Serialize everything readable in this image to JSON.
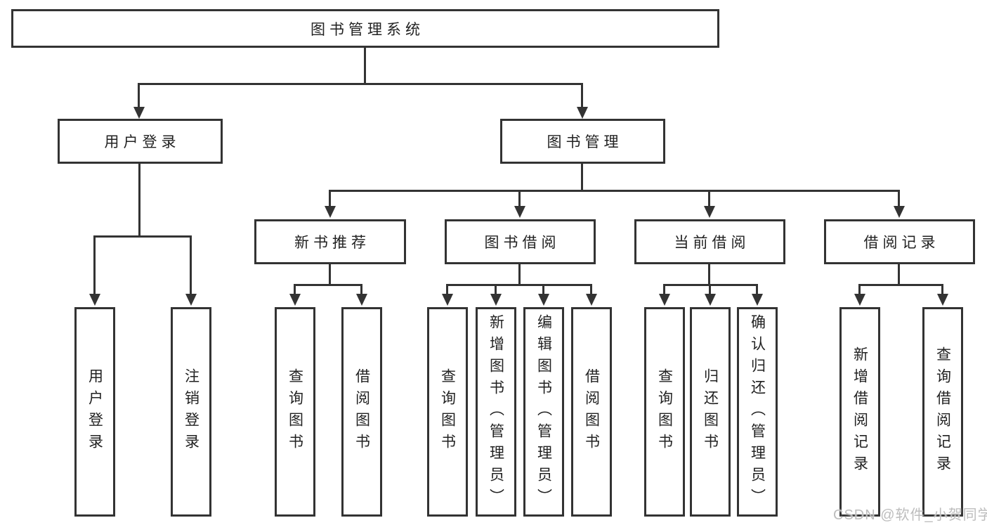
{
  "diagram_type": "feature-tree",
  "tree": {
    "label": "图书管理系统",
    "children": [
      {
        "label": "用户登录",
        "children": [
          {
            "label": "用户登录"
          },
          {
            "label": "注销登录"
          }
        ]
      },
      {
        "label": "图书管理",
        "children": [
          {
            "label": "新书推荐",
            "children": [
              {
                "label": "查询图书"
              },
              {
                "label": "借阅图书"
              }
            ]
          },
          {
            "label": "图书借阅",
            "children": [
              {
                "label": "查询图书"
              },
              {
                "label": "新增图书（管理员）"
              },
              {
                "label": "编辑图书（管理员）"
              },
              {
                "label": "借阅图书"
              }
            ]
          },
          {
            "label": "当前借阅",
            "children": [
              {
                "label": "查询图书"
              },
              {
                "label": "归还图书"
              },
              {
                "label": "确认归还（管理员）"
              }
            ]
          },
          {
            "label": "借阅记录",
            "children": [
              {
                "label": "新增借阅记录"
              },
              {
                "label": "查询借阅记录"
              }
            ]
          }
        ]
      }
    ]
  },
  "watermark": {
    "text": "CSDN @软件_小贺同学"
  },
  "colors": {
    "line": "#333333",
    "text": "#222222",
    "watermark": "#bdbdbd",
    "background": "#ffffff"
  }
}
